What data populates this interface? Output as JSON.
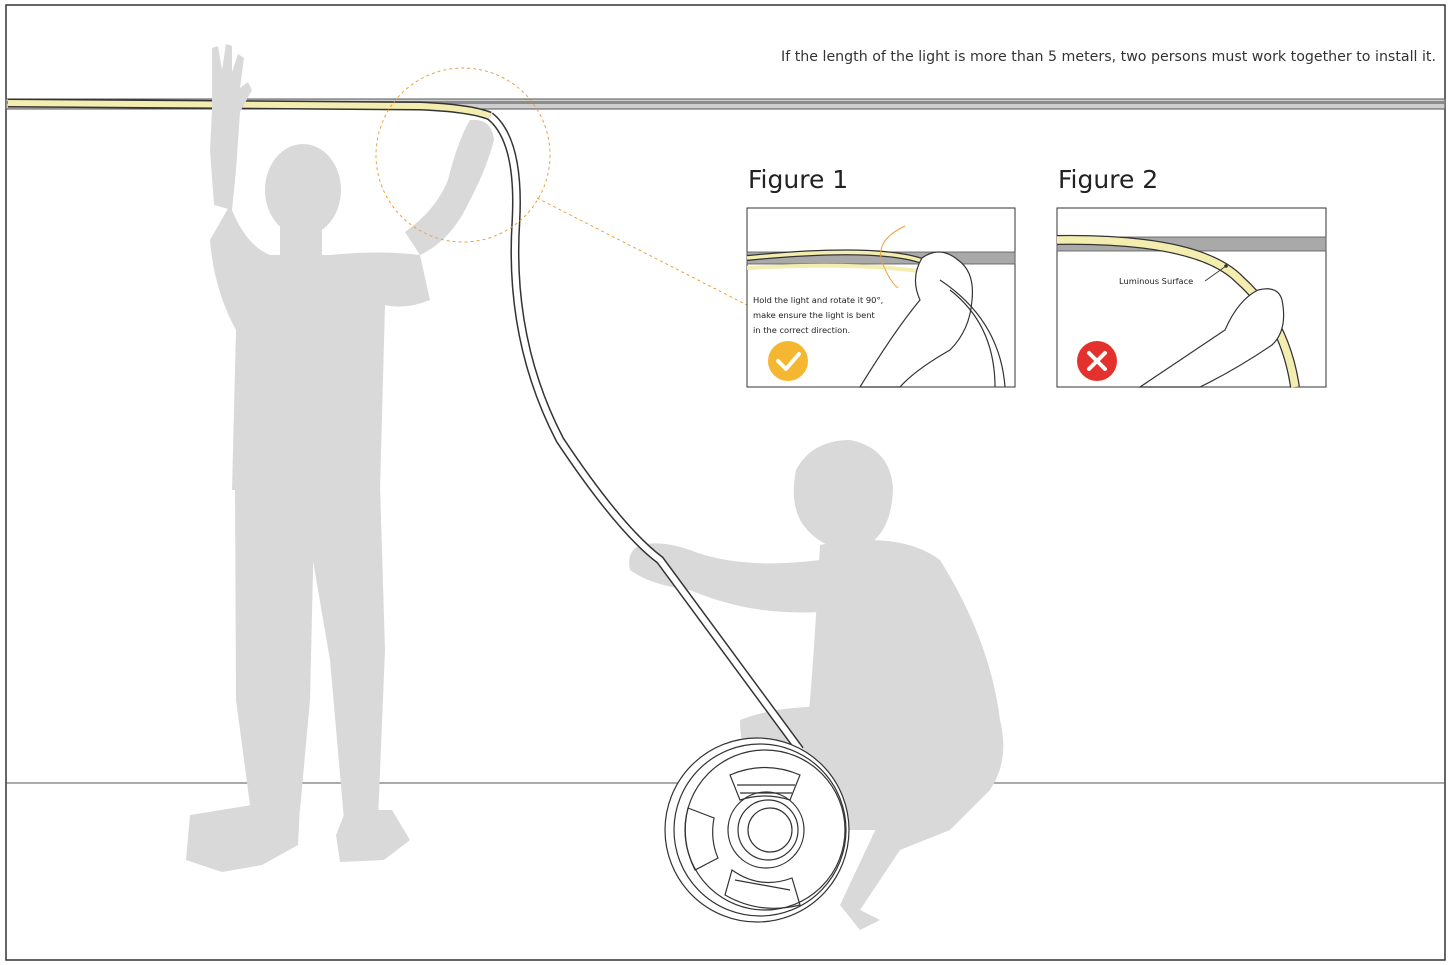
{
  "caption": "If the length of the light is more than 5 meters, two persons must work together to install it.",
  "figure1": {
    "title": "Figure 1",
    "note_lines": [
      "Hold the light and rotate it 90°,",
      "make ensure the light is bent",
      "in the correct direction."
    ],
    "status": "correct"
  },
  "figure2": {
    "title": "Figure 2",
    "label": "Luminous Surface",
    "status": "incorrect"
  },
  "colors": {
    "silhouette": "#d9d9d9",
    "light_strip": "#f3eeb0",
    "rail": "#8c8c8c",
    "callout": "#f0a040",
    "correct_badge": "#f5b731",
    "incorrect_badge": "#e5312d"
  },
  "icons": [
    "checkmark-icon",
    "cross-icon"
  ]
}
